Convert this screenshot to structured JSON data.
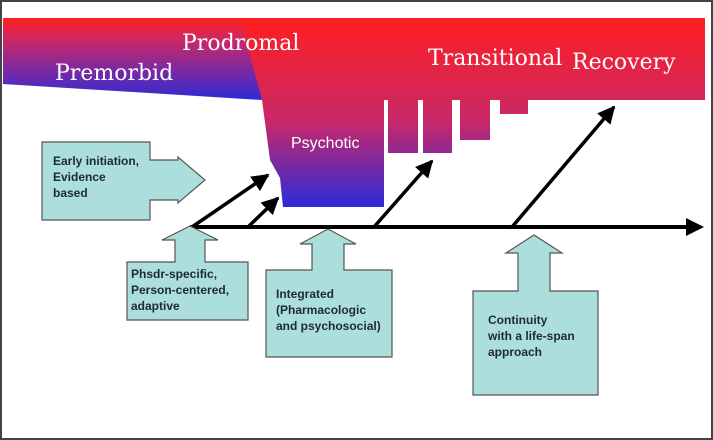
{
  "colors": {
    "gradient_top": "#ff1f1f",
    "gradient_mid": "#c8286a",
    "gradient_bottom": "#2d2ad8",
    "callout_fill": "#acdedc",
    "callout_stroke": "#555555",
    "arrow": "#000000",
    "border": "#444444"
  },
  "stages": {
    "premorbid": "Premorbid",
    "prodromal": "Prodromal",
    "psychotic": "Psychotic",
    "transitional": "Transitional",
    "recovery": "Recovery"
  },
  "callouts": {
    "early": "Early initiation,\nEvidence\nbased",
    "phase_specific": "Phsdr-specific,\nPerson-centered,\nadaptive",
    "integrated": "Integrated\n(Pharmacologic\nand psychosocial)",
    "continuity": "Continuity\nwith a life-span\napproach"
  }
}
